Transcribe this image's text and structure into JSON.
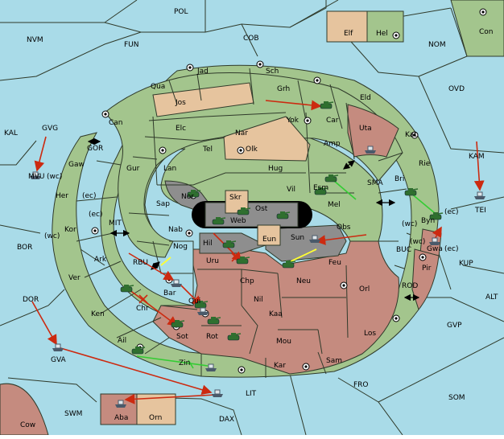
{
  "colors": {
    "sea": "#a9dbe8",
    "neutral_land": "#a3c58d",
    "tan_land": "#e6c49e",
    "red_land": "#c58b7f",
    "grey_land": "#8e8e8e",
    "order_arrow": "#cc2a10",
    "support_arrow_green": "#33cc33",
    "support_arrow_yellow": "#ffff33"
  },
  "sea_regions": [
    "POL",
    "NVM",
    "FUN",
    "COB",
    "NOM",
    "OVD",
    "KAL",
    "GVG",
    "MVU",
    "BOR",
    "DOR",
    "GVA",
    "LIT",
    "SWM",
    "DAX",
    "FRO",
    "SOM",
    "GVP",
    "ALT",
    "KUP",
    "BUC",
    "ROD",
    "TEI",
    "KAM",
    "SMA",
    "MIT",
    "GOR"
  ],
  "land_regions": [
    "Con",
    "Elf",
    "Hel",
    "Jad",
    "Sch",
    "Qua",
    "Grh",
    "Jos",
    "Eld",
    "Can",
    "Yok",
    "Car",
    "Nar",
    "Elc",
    "Tel",
    "Olk",
    "Amp",
    "Uta",
    "Kat",
    "Gaw",
    "Gur",
    "Lan",
    "Hug",
    "Vil",
    "Esm",
    "Mel",
    "Rie",
    "Bri",
    "Her",
    "Sap",
    "Nor",
    "Skr",
    "Ost",
    "Web",
    "Obs",
    "Byn",
    "Kor",
    "Nab",
    "Eun",
    "Sun",
    "Hil",
    "Nog",
    "Gwa",
    "Ark",
    "Uru",
    "Feu",
    "Pir",
    "Ver",
    "Bar",
    "Chp",
    "Neu",
    "Orl",
    "Qui",
    "Nil",
    "Chr",
    "Ken",
    "Kaa",
    "Sot",
    "Rot",
    "Mou",
    "Los",
    "Ail",
    "Zin",
    "Kar",
    "Sam",
    "Aba",
    "Orn"
  ],
  "labels": [
    {
      "id": "pol",
      "text": "POL"
    },
    {
      "id": "nvm",
      "text": "NVM"
    },
    {
      "id": "fun",
      "text": "FUN"
    },
    {
      "id": "cob",
      "text": "COB"
    },
    {
      "id": "nom",
      "text": "NOM"
    },
    {
      "id": "con",
      "text": "Con"
    },
    {
      "id": "elf",
      "text": "Elf"
    },
    {
      "id": "hel",
      "text": "Hel"
    },
    {
      "id": "jad",
      "text": "Jad"
    },
    {
      "id": "sch",
      "text": "Sch"
    },
    {
      "id": "qua",
      "text": "Qua"
    },
    {
      "id": "grh",
      "text": "Grh"
    },
    {
      "id": "ovd",
      "text": "OVD"
    },
    {
      "id": "jos",
      "text": "Jos"
    },
    {
      "id": "eld",
      "text": "Eld"
    },
    {
      "id": "can",
      "text": "Can"
    },
    {
      "id": "yok",
      "text": "Yok"
    },
    {
      "id": "car",
      "text": "Car"
    },
    {
      "id": "kal",
      "text": "KAL"
    },
    {
      "id": "gvg",
      "text": "GVG"
    },
    {
      "id": "uta",
      "text": "Uta"
    },
    {
      "id": "nar",
      "text": "Nar"
    },
    {
      "id": "elc",
      "text": "Elc"
    },
    {
      "id": "kat",
      "text": "Kat"
    },
    {
      "id": "tel",
      "text": "Tel"
    },
    {
      "id": "olk",
      "text": "Olk"
    },
    {
      "id": "amp",
      "text": "Amp"
    },
    {
      "id": "gor",
      "text": "GOR"
    },
    {
      "id": "kam",
      "text": "KAM"
    },
    {
      "id": "gaw",
      "text": "Gaw"
    },
    {
      "id": "gur",
      "text": "Gur"
    },
    {
      "id": "lan",
      "text": "Lan"
    },
    {
      "id": "hug",
      "text": "Hug"
    },
    {
      "id": "rie",
      "text": "Rie"
    },
    {
      "id": "bri",
      "text": "Bri"
    },
    {
      "id": "mvu",
      "text": "MVU"
    },
    {
      "id": "wc1",
      "text": "(wc)"
    },
    {
      "id": "sma",
      "text": "SMA"
    },
    {
      "id": "vil",
      "text": "Vil"
    },
    {
      "id": "esm",
      "text": "Esm"
    },
    {
      "id": "her",
      "text": "Her"
    },
    {
      "id": "ec1",
      "text": "(ec)"
    },
    {
      "id": "nor",
      "text": "Nor"
    },
    {
      "id": "skr",
      "text": "Skr"
    },
    {
      "id": "mel",
      "text": "Mel"
    },
    {
      "id": "sap",
      "text": "Sap"
    },
    {
      "id": "ost",
      "text": "Ost"
    },
    {
      "id": "tei",
      "text": "TEI"
    },
    {
      "id": "ec2",
      "text": "(ec)"
    },
    {
      "id": "web",
      "text": "Web"
    },
    {
      "id": "obs",
      "text": "Obs"
    },
    {
      "id": "wc2",
      "text": "(wc)"
    },
    {
      "id": "byn",
      "text": "Byn"
    },
    {
      "id": "ec3",
      "text": "(ec)"
    },
    {
      "id": "mit",
      "text": "MIT"
    },
    {
      "id": "kor",
      "text": "Kor"
    },
    {
      "id": "nab",
      "text": "Nab"
    },
    {
      "id": "eun",
      "text": "Eun"
    },
    {
      "id": "sun",
      "text": "Sun"
    },
    {
      "id": "wc3",
      "text": "(wc)"
    },
    {
      "id": "wc4",
      "text": "(wc)"
    },
    {
      "id": "gwa",
      "text": "Gwa"
    },
    {
      "id": "ec4",
      "text": "(ec)"
    },
    {
      "id": "bor",
      "text": "BOR"
    },
    {
      "id": "hil",
      "text": "Hil"
    },
    {
      "id": "nog",
      "text": "Nog"
    },
    {
      "id": "kup",
      "text": "KUP"
    },
    {
      "id": "rbu",
      "text": "RBU"
    },
    {
      "id": "uru",
      "text": "Uru"
    },
    {
      "id": "feu",
      "text": "Feu"
    },
    {
      "id": "buc",
      "text": "BUC"
    },
    {
      "id": "ark",
      "text": "Ark"
    },
    {
      "id": "pir",
      "text": "Pir"
    },
    {
      "id": "ver",
      "text": "Ver"
    },
    {
      "id": "chp",
      "text": "Chp"
    },
    {
      "id": "neu",
      "text": "Neu"
    },
    {
      "id": "bar",
      "text": "Bar"
    },
    {
      "id": "rod",
      "text": "ROD"
    },
    {
      "id": "orl",
      "text": "Orl"
    },
    {
      "id": "dor",
      "text": "DOR"
    },
    {
      "id": "nil",
      "text": "Nil"
    },
    {
      "id": "qui",
      "text": "Qui"
    },
    {
      "id": "chr",
      "text": "Chr"
    },
    {
      "id": "alt",
      "text": "ALT"
    },
    {
      "id": "ken",
      "text": "Ken"
    },
    {
      "id": "kaa",
      "text": "Kaa"
    },
    {
      "id": "gvp",
      "text": "GVP"
    },
    {
      "id": "sot",
      "text": "Sot"
    },
    {
      "id": "rot",
      "text": "Rot"
    },
    {
      "id": "los",
      "text": "Los"
    },
    {
      "id": "mou",
      "text": "Mou"
    },
    {
      "id": "ail",
      "text": "Ail"
    },
    {
      "id": "gva",
      "text": "GVA"
    },
    {
      "id": "zin",
      "text": "Zin"
    },
    {
      "id": "kar",
      "text": "Kar"
    },
    {
      "id": "sam",
      "text": "Sam"
    },
    {
      "id": "fro",
      "text": "FRO"
    },
    {
      "id": "lit",
      "text": "LIT"
    },
    {
      "id": "som",
      "text": "SOM"
    },
    {
      "id": "swm",
      "text": "SWM"
    },
    {
      "id": "aba",
      "text": "Aba"
    },
    {
      "id": "orn",
      "text": "Orn"
    },
    {
      "id": "cow",
      "text": "Cow"
    },
    {
      "id": "dax",
      "text": "DAX"
    }
  ],
  "units": [
    {
      "id": "u-car",
      "type": "army",
      "color": "#2f6f2f"
    },
    {
      "id": "u-uta",
      "type": "fleet",
      "color": "#4a5a6a"
    },
    {
      "id": "u-mvu",
      "type": "fleet",
      "color": "#4a5a6a"
    },
    {
      "id": "u-tei",
      "type": "fleet",
      "color": "#4a5a6a"
    },
    {
      "id": "u-esm",
      "type": "army",
      "color": "#2f6f2f"
    },
    {
      "id": "u-esm2",
      "type": "army",
      "color": "#2f6f2f"
    },
    {
      "id": "u-bri",
      "type": "army",
      "color": "#2f6f2f"
    },
    {
      "id": "u-nor",
      "type": "army",
      "color": "#2f6f2f"
    },
    {
      "id": "u-web",
      "type": "army",
      "color": "#2f6f2f"
    },
    {
      "id": "u-ost",
      "type": "army",
      "color": "#2f6f2f"
    },
    {
      "id": "u-obs",
      "type": "army",
      "color": "#2f6f2f"
    },
    {
      "id": "u-byn",
      "type": "army",
      "color": "#2f6f2f"
    },
    {
      "id": "u-gwa",
      "type": "fleet",
      "color": "#4a5a6a"
    },
    {
      "id": "u-sun",
      "type": "fleet",
      "color": "#4a5a6a"
    },
    {
      "id": "u-hil",
      "type": "army",
      "color": "#2f6f2f"
    },
    {
      "id": "u-uru",
      "type": "army",
      "color": "#2f6f2f"
    },
    {
      "id": "u-feu",
      "type": "army",
      "color": "#2f6f2f"
    },
    {
      "id": "u-bar",
      "type": "fleet",
      "color": "#4a5a6a"
    },
    {
      "id": "u-chp",
      "type": "army",
      "color": "#2f6f2f"
    },
    {
      "id": "u-qui",
      "type": "fleet",
      "color": "#4a5a6a"
    },
    {
      "id": "u-qui2",
      "type": "army",
      "color": "#2f6f2f"
    },
    {
      "id": "u-chr",
      "type": "army",
      "color": "#2f6f2f"
    },
    {
      "id": "u-sot",
      "type": "army",
      "color": "#2f6f2f"
    },
    {
      "id": "u-rot",
      "type": "army",
      "color": "#2f6f2f"
    },
    {
      "id": "u-ail",
      "type": "army",
      "color": "#2f6f2f"
    },
    {
      "id": "u-zin",
      "type": "fleet",
      "color": "#4a5a6a"
    },
    {
      "id": "u-gva",
      "type": "fleet",
      "color": "#4a5a6a"
    },
    {
      "id": "u-lit",
      "type": "fleet",
      "color": "#4a5a6a"
    },
    {
      "id": "u-aba",
      "type": "fleet",
      "color": "#4a5a6a"
    }
  ]
}
